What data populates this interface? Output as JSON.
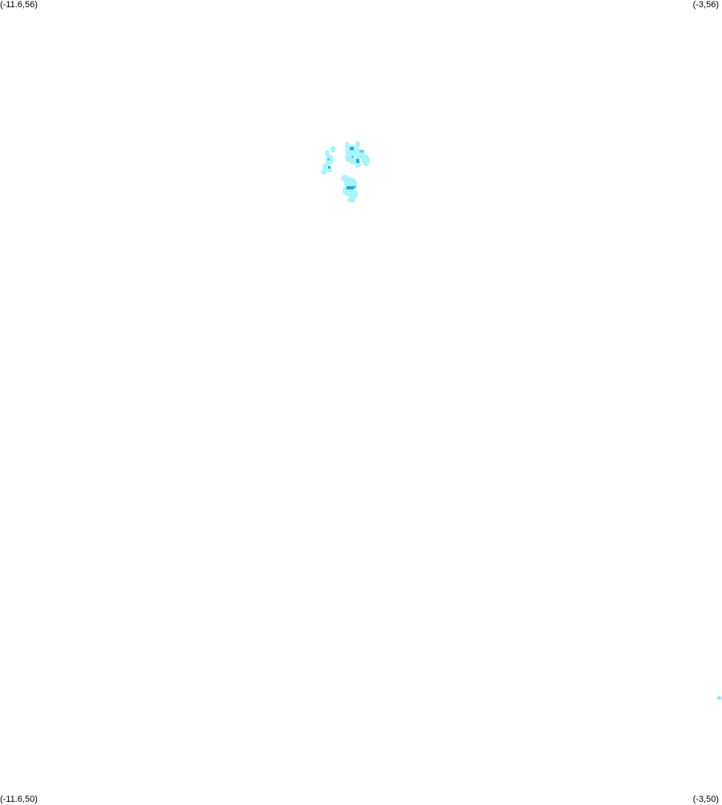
{
  "corners": {
    "top_left": "(-11.6,56)",
    "top_right": "(-3,56)",
    "bottom_left": "(-11.6,50)",
    "bottom_right": "(-3,50)"
  },
  "bounds": {
    "lon_min": -11.6,
    "lon_max": -3,
    "lat_min": 50,
    "lat_max": 56
  },
  "colors": {
    "background": "#ffffff",
    "low_density": "#aaf4f8",
    "medium_density": "#55d8f0",
    "high_density": "#22aaee"
  }
}
